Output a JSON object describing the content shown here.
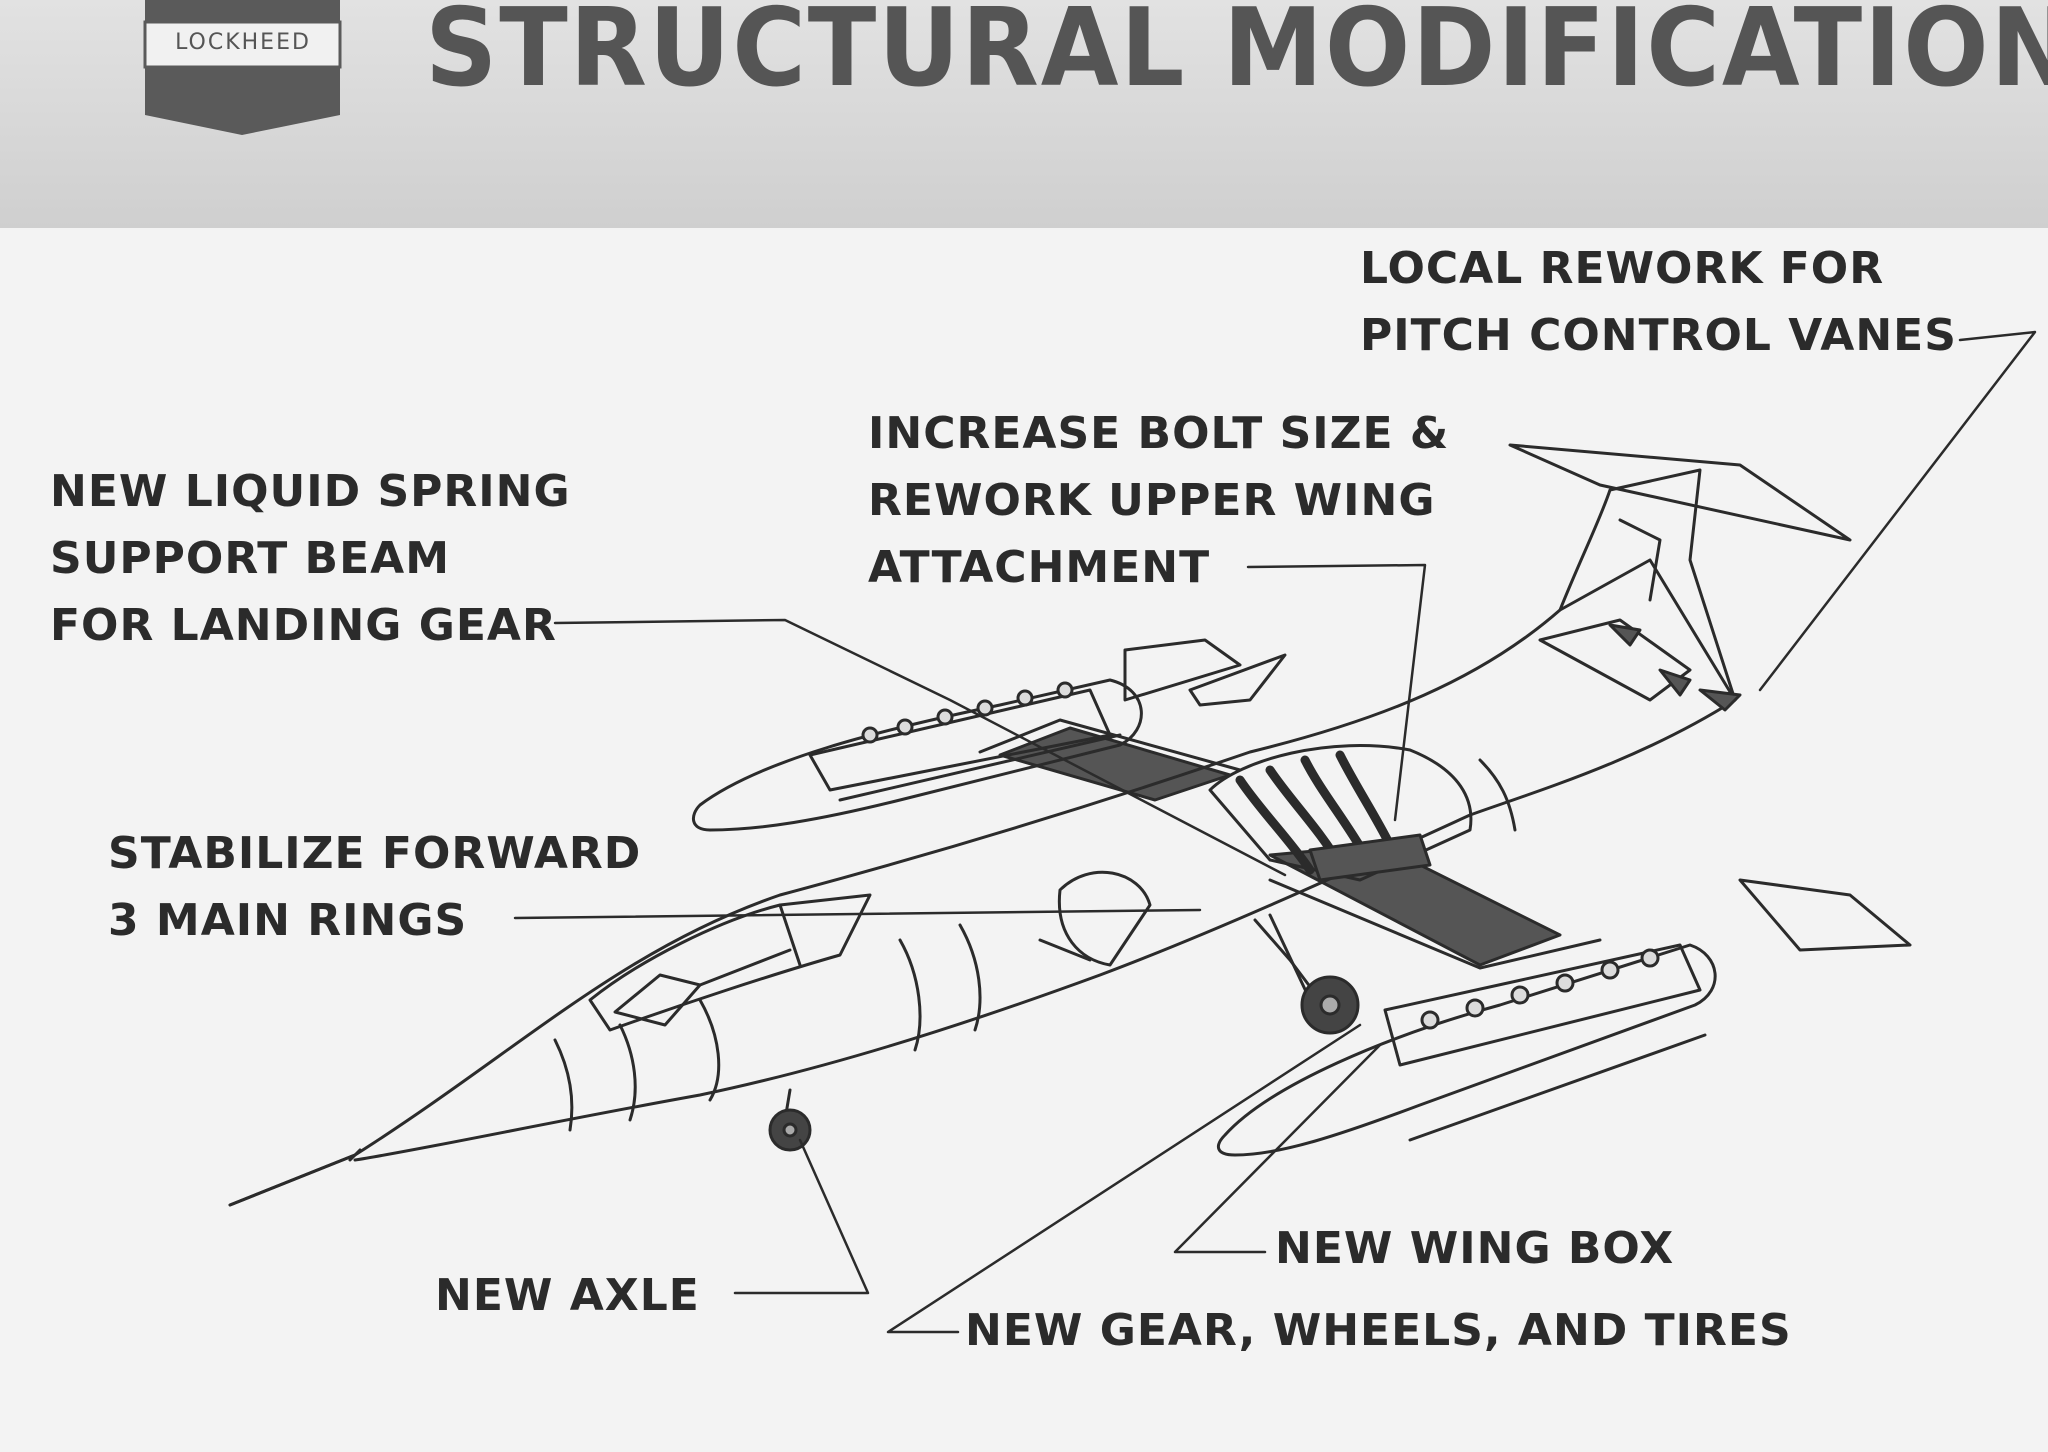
{
  "header": {
    "title": "STRUCTURAL MODIFICATIONS",
    "logo_text": "LOCKHEED"
  },
  "callouts": {
    "pitch_vanes": [
      "LOCAL REWORK FOR",
      "PITCH CONTROL VANES"
    ],
    "bolt_size": [
      "INCREASE BOLT SIZE &",
      "REWORK UPPER WING",
      "ATTACHMENT"
    ],
    "liquid_spring": [
      "NEW LIQUID SPRING",
      "SUPPORT BEAM",
      "FOR LANDING GEAR"
    ],
    "stabilize": [
      "STABILIZE FORWARD",
      "3 MAIN RINGS"
    ],
    "axle": "NEW AXLE",
    "wing_box": "NEW WING BOX",
    "gear": "NEW GEAR, WHEELS, AND TIRES"
  },
  "colors": {
    "ink": "#2b2b2b",
    "shade": "#555555",
    "background": "#f3f3f3"
  }
}
